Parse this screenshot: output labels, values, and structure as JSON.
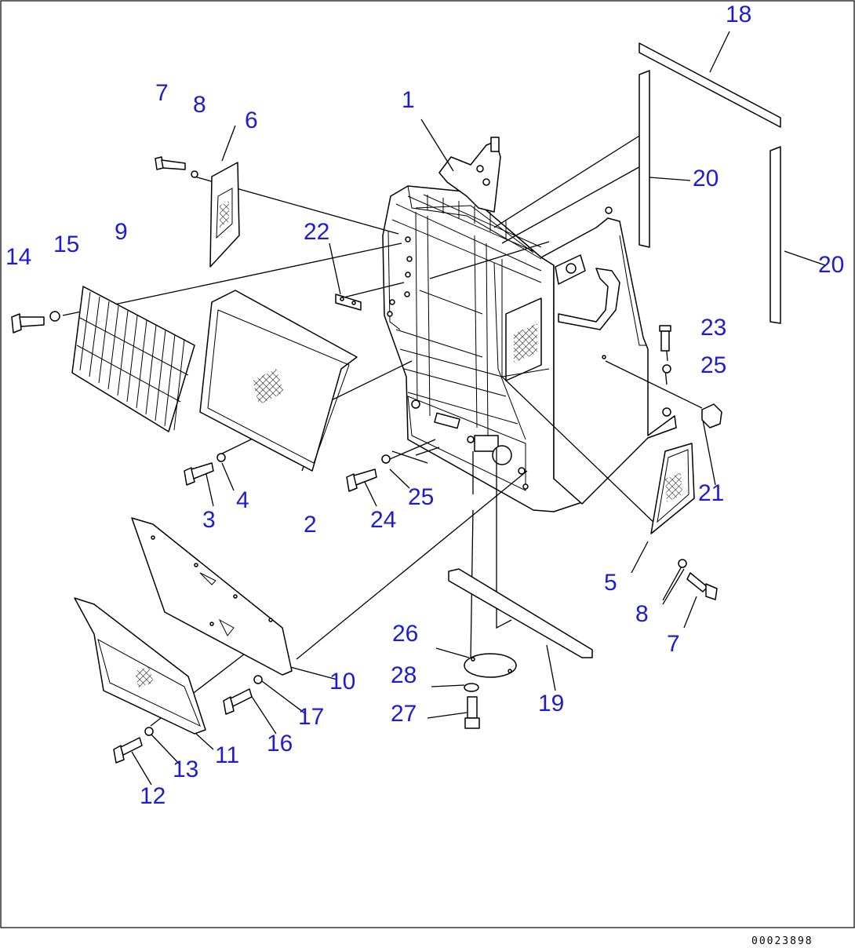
{
  "diagram": {
    "drawing_number": "00023898",
    "callouts": [
      {
        "id": "1",
        "text": "1"
      },
      {
        "id": "2",
        "text": "2"
      },
      {
        "id": "3",
        "text": "3"
      },
      {
        "id": "4",
        "text": "4"
      },
      {
        "id": "5",
        "text": "5"
      },
      {
        "id": "6",
        "text": "6"
      },
      {
        "id": "7a",
        "text": "7"
      },
      {
        "id": "7b",
        "text": "7"
      },
      {
        "id": "8a",
        "text": "8"
      },
      {
        "id": "8b",
        "text": "8"
      },
      {
        "id": "9",
        "text": "9"
      },
      {
        "id": "10",
        "text": "10"
      },
      {
        "id": "11",
        "text": "11"
      },
      {
        "id": "12",
        "text": "12"
      },
      {
        "id": "13",
        "text": "13"
      },
      {
        "id": "14",
        "text": "14"
      },
      {
        "id": "15",
        "text": "15"
      },
      {
        "id": "16",
        "text": "16"
      },
      {
        "id": "17",
        "text": "17"
      },
      {
        "id": "18",
        "text": "18"
      },
      {
        "id": "19",
        "text": "19"
      },
      {
        "id": "20a",
        "text": "20"
      },
      {
        "id": "20b",
        "text": "20"
      },
      {
        "id": "21",
        "text": "21"
      },
      {
        "id": "22",
        "text": "22"
      },
      {
        "id": "23",
        "text": "23"
      },
      {
        "id": "24",
        "text": "24"
      },
      {
        "id": "25a",
        "text": "25"
      },
      {
        "id": "25b",
        "text": "25"
      },
      {
        "id": "26",
        "text": "26"
      },
      {
        "id": "27",
        "text": "27"
      },
      {
        "id": "28",
        "text": "28"
      }
    ]
  }
}
